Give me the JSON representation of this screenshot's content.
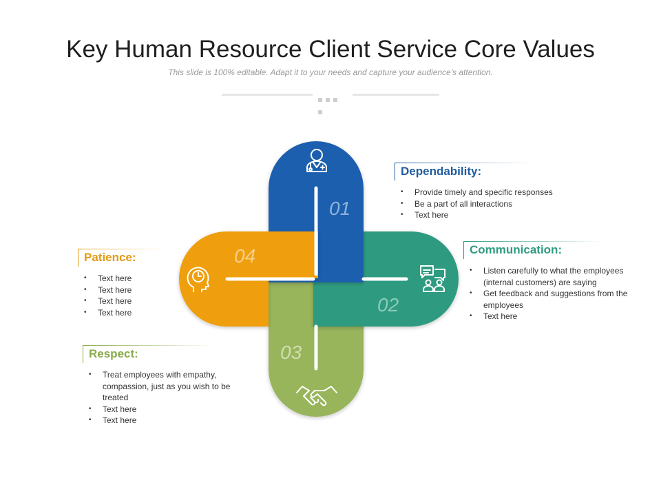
{
  "header": {
    "title": "Key Human Resource Client Service Core Values",
    "subtitle": "This slide is 100% editable. Adapt it to your needs and capture your audience's attention."
  },
  "colors": {
    "blue": "#1b5fae",
    "teal": "#2e9b80",
    "orange": "#ef9f0e",
    "green": "#98b55c"
  },
  "values": [
    {
      "number": "01",
      "heading": "Dependability:",
      "icon": "doctor-icon",
      "items": [
        "Provide timely and specific responses",
        "Be a part of all interactions",
        "Text here"
      ]
    },
    {
      "number": "02",
      "heading": "Communication:",
      "icon": "chat-people-icon",
      "items": [
        "Listen carefully to what the employees (internal customers) are saying",
        "Get feedback and suggestions from the employees",
        "Text here"
      ]
    },
    {
      "number": "03",
      "heading": "Respect:",
      "icon": "handshake-icon",
      "items": [
        "Treat employees with empathy, compassion, just as you wish to be treated",
        "Text here",
        "Text here"
      ]
    },
    {
      "number": "04",
      "heading": "Patience:",
      "icon": "head-clock-icon",
      "items": [
        "Text here",
        "Text here",
        "Text here",
        "Text here"
      ]
    }
  ]
}
